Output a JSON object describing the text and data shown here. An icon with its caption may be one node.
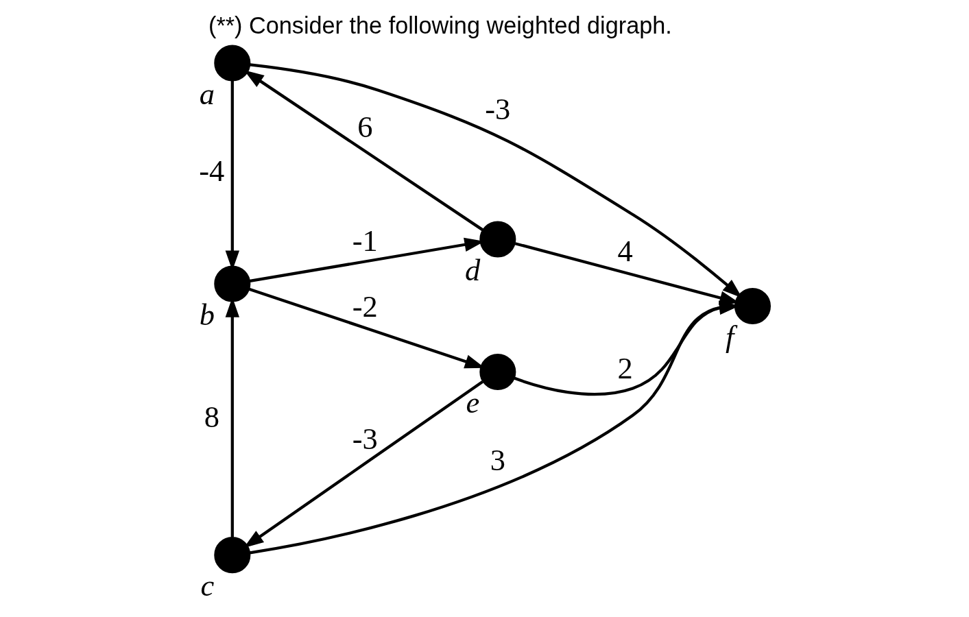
{
  "diagram": {
    "title": "(**) Consider the following weighted digraph.",
    "nodes": [
      {
        "text": [],
        "shape": "circle",
        "beside": [
          "a"
        ]
      },
      {
        "text": [],
        "shape": "circle",
        "beside": [
          "b"
        ]
      },
      {
        "text": [],
        "shape": "circle",
        "beside": [
          "c"
        ]
      },
      {
        "text": [],
        "shape": "circle",
        "beside": [
          "d"
        ]
      },
      {
        "text": [],
        "shape": "circle",
        "beside": [
          "e"
        ]
      },
      {
        "text": [],
        "shape": "circle",
        "beside": [
          "f"
        ]
      }
    ],
    "edges": [
      {
        "from": 0,
        "to": 5,
        "arrow": "to",
        "label": "-3"
      },
      {
        "from": 3,
        "to": 0,
        "arrow": "to",
        "label": "6"
      },
      {
        "from": 0,
        "to": 1,
        "arrow": "to",
        "label": "-4"
      },
      {
        "from": 1,
        "to": 3,
        "arrow": "to",
        "label": "-1"
      },
      {
        "from": 3,
        "to": 5,
        "arrow": "to",
        "label": "4"
      },
      {
        "from": 1,
        "to": 4,
        "arrow": "to",
        "label": "-2"
      },
      {
        "from": 4,
        "to": 5,
        "arrow": "to",
        "label": "2"
      },
      {
        "from": 4,
        "to": 2,
        "arrow": "to",
        "label": "-3"
      },
      {
        "from": 2,
        "to": 1,
        "arrow": "to",
        "label": "8"
      },
      {
        "from": 2,
        "to": 5,
        "arrow": "to",
        "label": "3"
      }
    ]
  }
}
